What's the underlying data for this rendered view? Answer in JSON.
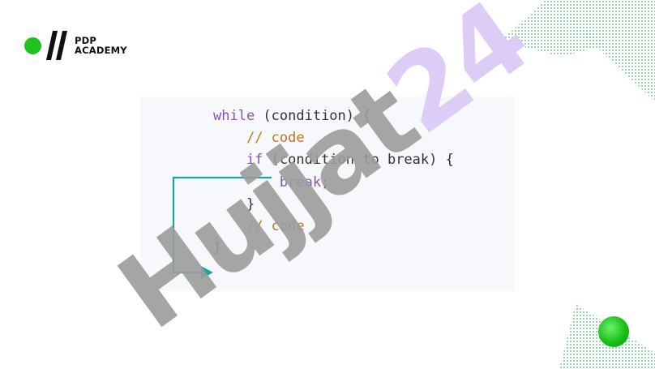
{
  "logo": {
    "line1": "PDP",
    "line2": "ACADEMY"
  },
  "code_lines": [
    {
      "indent": 0,
      "parts": [
        {
          "t": "while",
          "c": "kw"
        },
        {
          "t": " (condition) {",
          "c": "pl"
        }
      ]
    },
    {
      "indent": 1,
      "parts": [
        {
          "t": "// code",
          "c": "cm"
        }
      ]
    },
    {
      "indent": 1,
      "parts": [
        {
          "t": "if",
          "c": "kw"
        },
        {
          "t": " (condition to break) {",
          "c": "pl"
        }
      ]
    },
    {
      "indent": 2,
      "parts": [
        {
          "t": "break",
          "c": "kw"
        },
        {
          "t": ";",
          "c": "pl"
        }
      ]
    },
    {
      "indent": 1,
      "parts": [
        {
          "t": "}",
          "c": "pl"
        }
      ]
    },
    {
      "indent": 1,
      "parts": [
        {
          "t": "// code",
          "c": "cm"
        }
      ]
    },
    {
      "indent": 0,
      "parts": [
        {
          "t": "}",
          "c": "pl"
        }
      ]
    }
  ],
  "watermark": {
    "text": "Hujjat24",
    "color_main": "#9b9b9b",
    "color_accent": "#d9c8f5"
  },
  "colors": {
    "brand_green": "#1fc21f",
    "arrow": "#1aa3a3",
    "keyword": "#8c53b5",
    "comment": "#c0771a"
  }
}
